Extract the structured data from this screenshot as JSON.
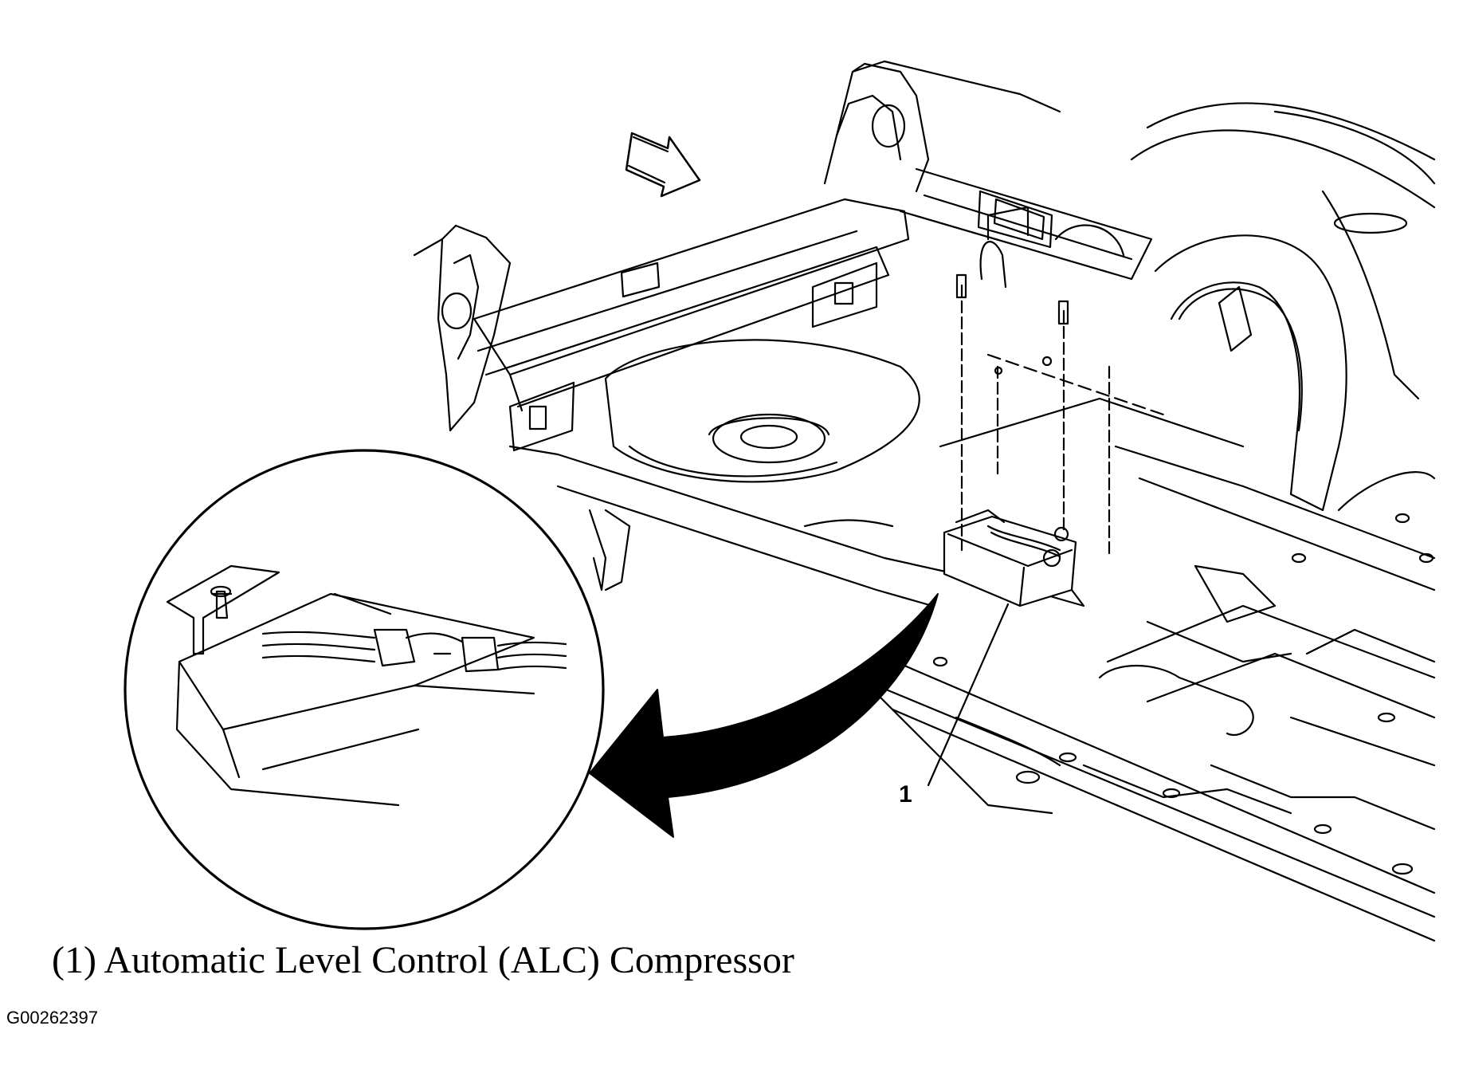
{
  "diagram": {
    "callout": {
      "number": "1"
    },
    "caption": "(1) Automatic Level Control (ALC) Compressor",
    "figure_id": "G00262397",
    "view": {
      "subject": "vehicle-underbody-rear",
      "detail": "alc-compressor-detail-circle",
      "arrows": [
        "view-direction-arrow",
        "detail-arrow"
      ]
    }
  }
}
